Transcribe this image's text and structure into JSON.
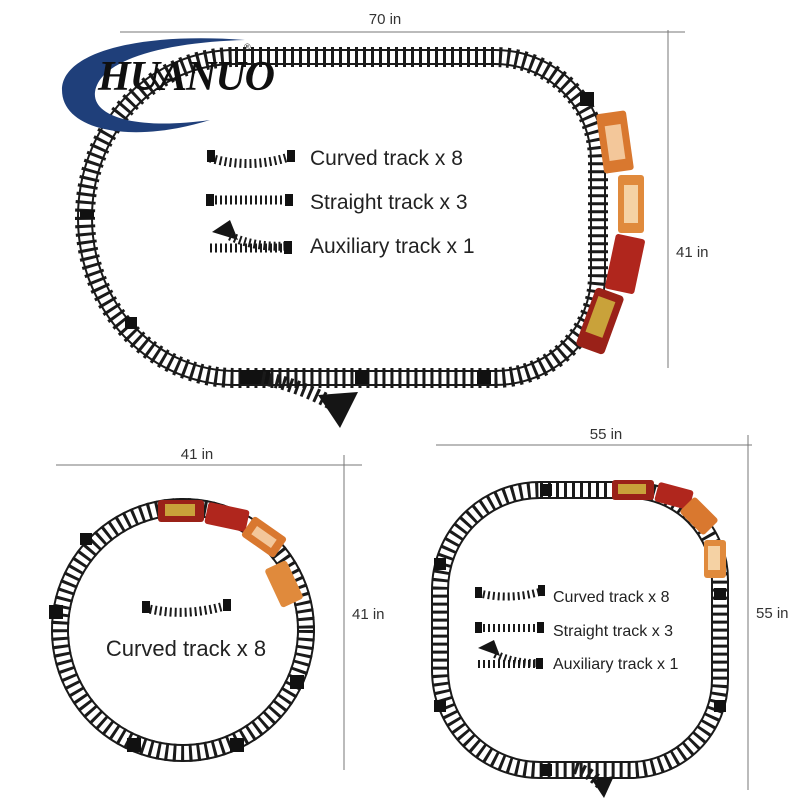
{
  "brand": {
    "name": "HUANUO",
    "registered_mark": "®"
  },
  "layouts": [
    {
      "id": "oval",
      "width_label": "70 in",
      "height_label": "41 in",
      "legend": [
        {
          "label": "Curved track x 8",
          "icon": "curved-track-icon"
        },
        {
          "label": "Straight track x 3",
          "icon": "straight-track-icon"
        },
        {
          "label": "Auxiliary track x 1",
          "icon": "auxiliary-track-icon"
        }
      ]
    },
    {
      "id": "circle",
      "width_label": "41 in",
      "height_label": "41 in",
      "legend": [
        {
          "label": "Curved track x 8",
          "icon": "curved-track-icon"
        }
      ]
    },
    {
      "id": "rounded-square",
      "width_label": "55 in",
      "height_label": "55 in",
      "legend": [
        {
          "label": "Curved track x 8",
          "icon": "curved-track-icon"
        },
        {
          "label": "Straight track x 3",
          "icon": "straight-track-icon"
        },
        {
          "label": "Auxiliary track x 1",
          "icon": "auxiliary-track-icon"
        }
      ]
    }
  ],
  "colors": {
    "track": "#1a1a1a",
    "logo_swoosh": "#1f3f7a",
    "train_red": "#b0261d",
    "train_orange": "#d9782f",
    "train_gold": "#c9a23a"
  }
}
